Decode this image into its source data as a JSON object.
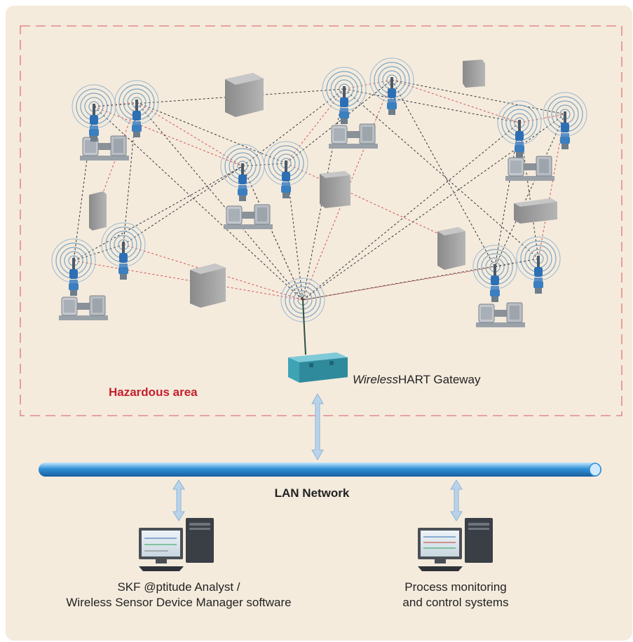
{
  "hazard": {
    "label": "Hazardous area"
  },
  "gateway": {
    "label_italic": "Wireless",
    "label_rest": "HART Gateway"
  },
  "lan": {
    "label": "LAN Network"
  },
  "workstations": [
    {
      "line1": "SKF @ptitude Analyst /",
      "line2": "Wireless Sensor Device Manager software"
    },
    {
      "line1": "Process monitoring",
      "line2": "and control systems"
    }
  ],
  "colors": {
    "panel": "#f4ebdd",
    "hazard_border": "#e48a8a",
    "hazard_text": "#c51f2c",
    "lan_bus": "#2f8fd6",
    "link_black": "#333333",
    "link_red": "#d9534f",
    "gateway": "#3fa3b6",
    "obstacle": "#9a9a9a"
  },
  "icons": [
    "sensor-icon",
    "machine-icon",
    "obstacle-block-icon",
    "gateway-icon",
    "workstation-icon",
    "double-arrow-icon"
  ]
}
